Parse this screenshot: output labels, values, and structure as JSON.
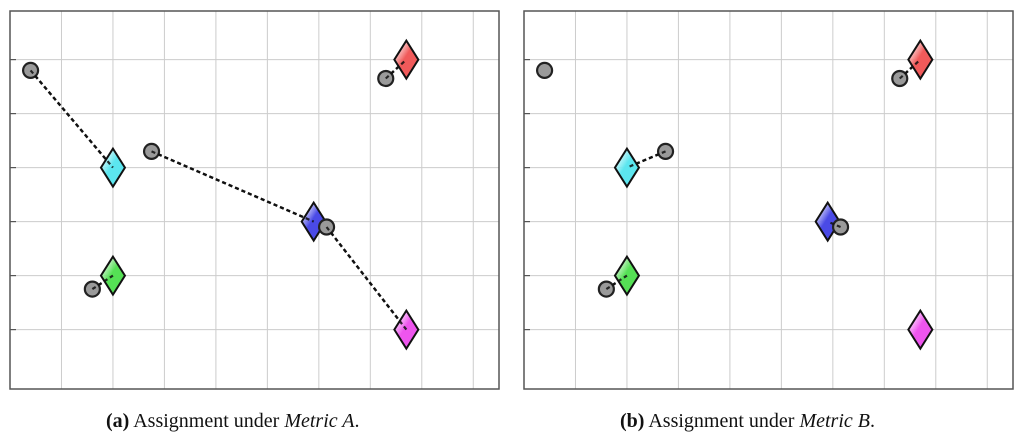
{
  "panels": [
    {
      "id": "a",
      "caption": {
        "label": "(a)",
        "text": "Assignment under ",
        "metric": "Metric A",
        "end": "."
      },
      "targets": [
        {
          "name": "red",
          "color": "#f05a5a",
          "x": 7.7,
          "y": 6.0
        },
        {
          "name": "cyan",
          "color": "#5ce6ef",
          "x": 2.0,
          "y": 4.0
        },
        {
          "name": "blue",
          "color": "#4a4ae6",
          "x": 5.9,
          "y": 3.0
        },
        {
          "name": "green",
          "color": "#55e055",
          "x": 2.0,
          "y": 2.0
        },
        {
          "name": "magenta",
          "color": "#ee55ee",
          "x": 7.7,
          "y": 1.0
        }
      ],
      "agents": [
        {
          "x": 0.4,
          "y": 5.8
        },
        {
          "x": 7.3,
          "y": 5.65
        },
        {
          "x": 2.75,
          "y": 4.3
        },
        {
          "x": 6.15,
          "y": 2.9
        },
        {
          "x": 1.6,
          "y": 1.75
        }
      ],
      "links": [
        {
          "agent": 0,
          "target": 1
        },
        {
          "agent": 1,
          "target": 0
        },
        {
          "agent": 2,
          "target": 2
        },
        {
          "agent": 3,
          "target": 4
        },
        {
          "agent": 4,
          "target": 3
        }
      ]
    },
    {
      "id": "b",
      "caption": {
        "label": "(b)",
        "text": "Assignment under ",
        "metric": "Metric B",
        "end": "."
      },
      "targets": [
        {
          "name": "red",
          "color": "#f05a5a",
          "x": 7.7,
          "y": 6.0
        },
        {
          "name": "cyan",
          "color": "#5ce6ef",
          "x": 2.0,
          "y": 4.0
        },
        {
          "name": "blue",
          "color": "#4a4ae6",
          "x": 5.9,
          "y": 3.0
        },
        {
          "name": "green",
          "color": "#55e055",
          "x": 2.0,
          "y": 2.0
        },
        {
          "name": "magenta",
          "color": "#ee55ee",
          "x": 7.7,
          "y": 1.0
        }
      ],
      "agents": [
        {
          "x": 0.4,
          "y": 5.8
        },
        {
          "x": 7.3,
          "y": 5.65
        },
        {
          "x": 2.75,
          "y": 4.3
        },
        {
          "x": 6.15,
          "y": 2.9
        },
        {
          "x": 1.6,
          "y": 1.75
        }
      ],
      "links": [
        {
          "agent": 1,
          "target": 0
        },
        {
          "agent": 2,
          "target": 1
        },
        {
          "agent": 3,
          "target": 2
        },
        {
          "agent": 4,
          "target": 3
        }
      ]
    }
  ],
  "grid": {
    "xlim": [
      0,
      9.5
    ],
    "ylim": [
      -0.1,
      6.9
    ],
    "x_lines": [
      1,
      2,
      3,
      4,
      5,
      6,
      7,
      8,
      9
    ],
    "y_lines": [
      1,
      2,
      3,
      4,
      5,
      6
    ]
  },
  "colors": {
    "grid": "#cccccc",
    "frame": "#555555",
    "agent_fill": "#9a9a9a",
    "agent_stroke": "#222222",
    "link": "#111111"
  }
}
